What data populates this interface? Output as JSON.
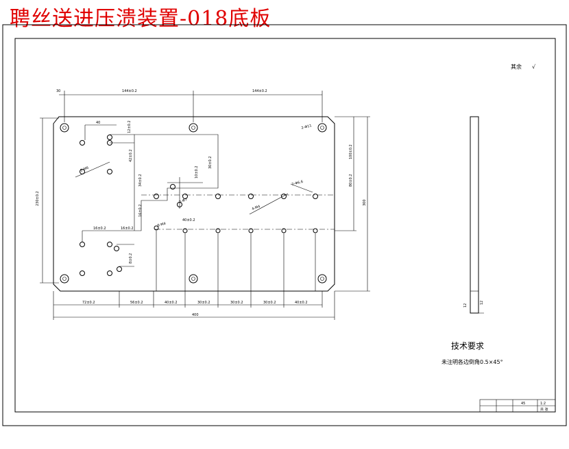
{
  "title": "聘丝送进压溃装置-018底板",
  "corner_note": "其余",
  "tech_req": {
    "heading": "技术要求",
    "line1": "未注明各边倒角0.5×45°"
  },
  "dims": {
    "top_left_small": "30",
    "top_span_1": "144±0.2",
    "top_span_2": "144±0.2",
    "left_height": "230±0.2",
    "right_height_1": "100±0.2",
    "right_height_2": "80±0.2",
    "right_total": "300",
    "bottom_seg_1": "72±0.2",
    "bottom_seg_2": "56±0.2",
    "bottom_seg_3": "40±0.2",
    "bottom_seg_4": "30±0.2",
    "bottom_seg_5": "30±0.2",
    "bottom_seg_6": "30±0.2",
    "bottom_seg_7": "40±0.2",
    "bottom_total": "400",
    "hole_note_1": "2-M6",
    "hole_note_2": "2-Φ7",
    "hole_note_3": "4-M4",
    "hole_note_4": "6-M4",
    "hole_note_5": "2-Φ6.6",
    "side_thickness": "12"
  },
  "title_block": {
    "material_label": "45",
    "scale_label": "1:2",
    "sheet_label": "共 张"
  }
}
